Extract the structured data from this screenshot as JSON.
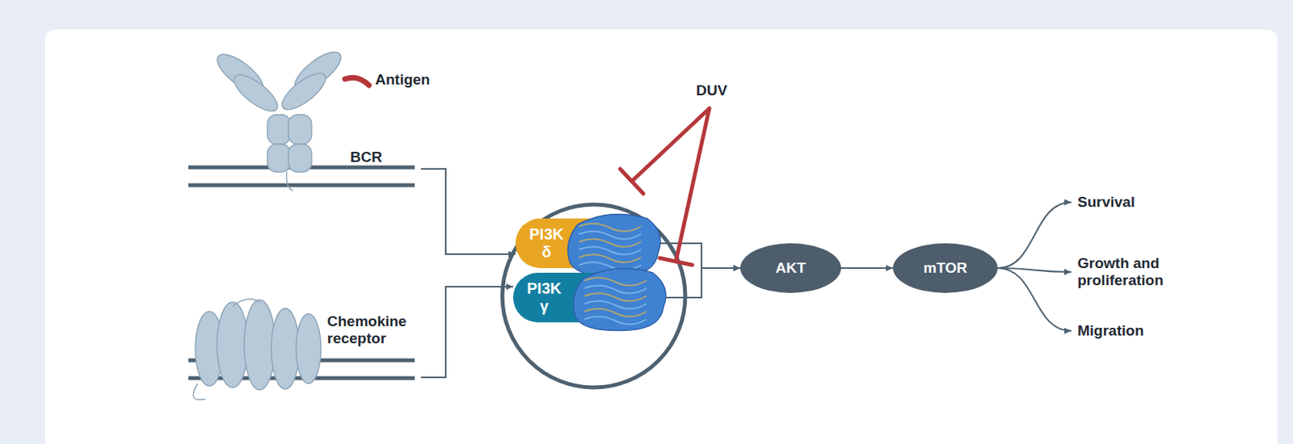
{
  "diagram": {
    "nodes": [
      {
        "text": [
          "BCR"
        ]
      },
      {
        "text": [
          "Chemokine receptor"
        ]
      },
      {
        "text": [
          "PI3K δ"
        ]
      },
      {
        "text": [
          "PI3K γ"
        ]
      },
      {
        "text": [
          "AKT"
        ]
      },
      {
        "text": [
          "mTOR"
        ]
      },
      {
        "text": [
          "Survival"
        ]
      },
      {
        "text": [
          "Growth and proliferation"
        ]
      },
      {
        "text": [
          "Migration"
        ]
      }
    ],
    "edges": [
      {
        "from": 0,
        "to": 2,
        "arrow": "to"
      },
      {
        "from": 1,
        "to": 3,
        "arrow": "to"
      },
      {
        "from": 2,
        "to": 4,
        "arrow": "to"
      },
      {
        "from": 3,
        "to": 4,
        "arrow": "to"
      },
      {
        "from": 4,
        "to": 5,
        "arrow": "to"
      },
      {
        "from": 5,
        "to": 6,
        "arrow": "to"
      },
      {
        "from": 5,
        "to": 7,
        "arrow": "to"
      },
      {
        "from": 5,
        "to": 8,
        "arrow": "to"
      }
    ],
    "labels": [
      "Antigen",
      "DUV"
    ]
  }
}
